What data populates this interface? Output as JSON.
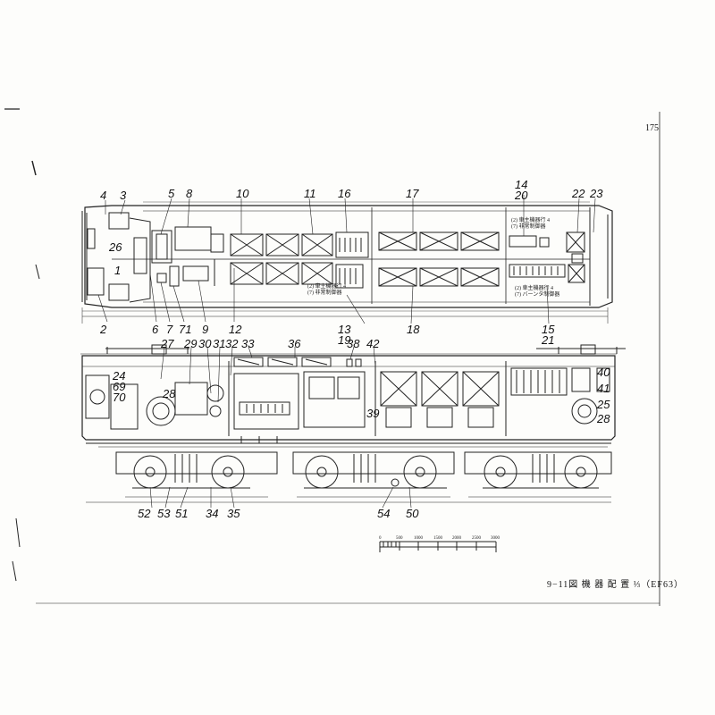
{
  "page_number": "175",
  "caption": "9−11図 機 器 配 置 ⅓（EF63）",
  "plan_notes": [
    {
      "line1": "(2) 車主機器行 4",
      "line2": "(7) 非常制御器"
    },
    {
      "line1": "(2) 車主機器行 4",
      "line2": "(7) 非常制御器"
    },
    {
      "line1": "(2) 車主機器行 4",
      "line2": "(7) バーンタ制御器"
    }
  ],
  "scale_ticks": [
    "0",
    "500",
    "1000",
    "1500",
    "2000",
    "2500",
    "3000"
  ],
  "callouts_top": [
    "4",
    "3",
    "5",
    "8",
    "10",
    "11",
    "16",
    "17",
    "14",
    "20",
    "22",
    "23",
    "26",
    "1",
    "2",
    "6",
    "7",
    "71",
    "9",
    "12",
    "13",
    "19",
    "18",
    "15",
    "21"
  ],
  "callouts_side": [
    "27",
    "29",
    "30",
    "31",
    "32",
    "33",
    "36",
    "38",
    "42",
    "24",
    "69",
    "70",
    "28",
    "39",
    "40",
    "41",
    "25",
    "28",
    "52",
    "53",
    "51",
    "34",
    "35",
    "54",
    "50"
  ]
}
